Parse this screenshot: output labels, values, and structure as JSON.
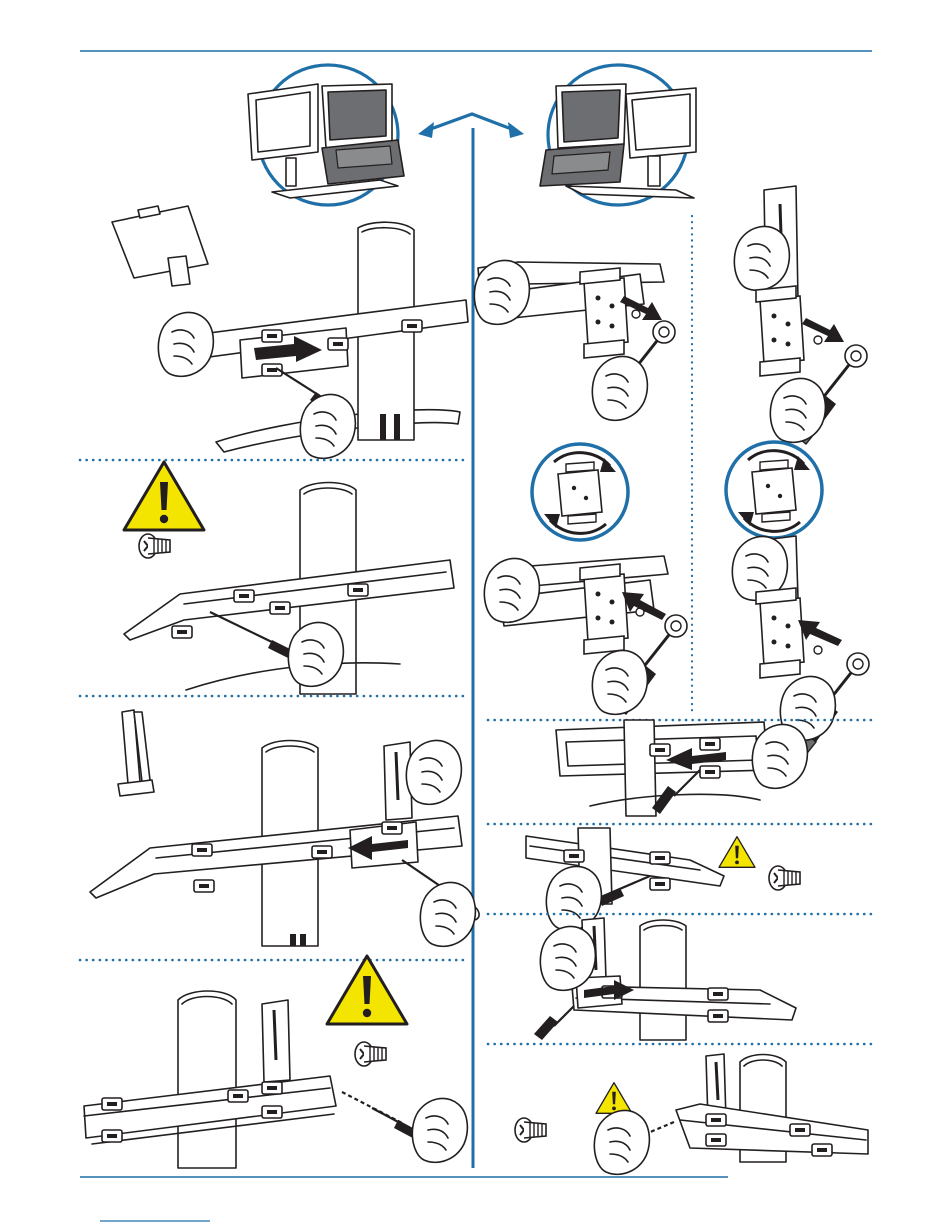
{
  "colors": {
    "accent": "#1f6fa8",
    "warning_yellow": "#f4e500",
    "ink": "#231f20",
    "device_gray": "#6d6e71"
  },
  "icons": {
    "warning": "warning-triangle-icon",
    "screw": "screw-icon",
    "rotate": "rotate-bracket-icon",
    "swap_arrow": "swap-arrow-icon"
  },
  "steps": {
    "left": [
      "attach-arm",
      "tighten-arm-screw",
      "slide-bracket",
      "tighten-bracket-screw"
    ],
    "right": [
      "unscrew-bracket",
      "rotate-bracket",
      "slide-arm-left",
      "tighten-arm-left",
      "slide-bracket-left",
      "tighten-bracket-left"
    ]
  }
}
